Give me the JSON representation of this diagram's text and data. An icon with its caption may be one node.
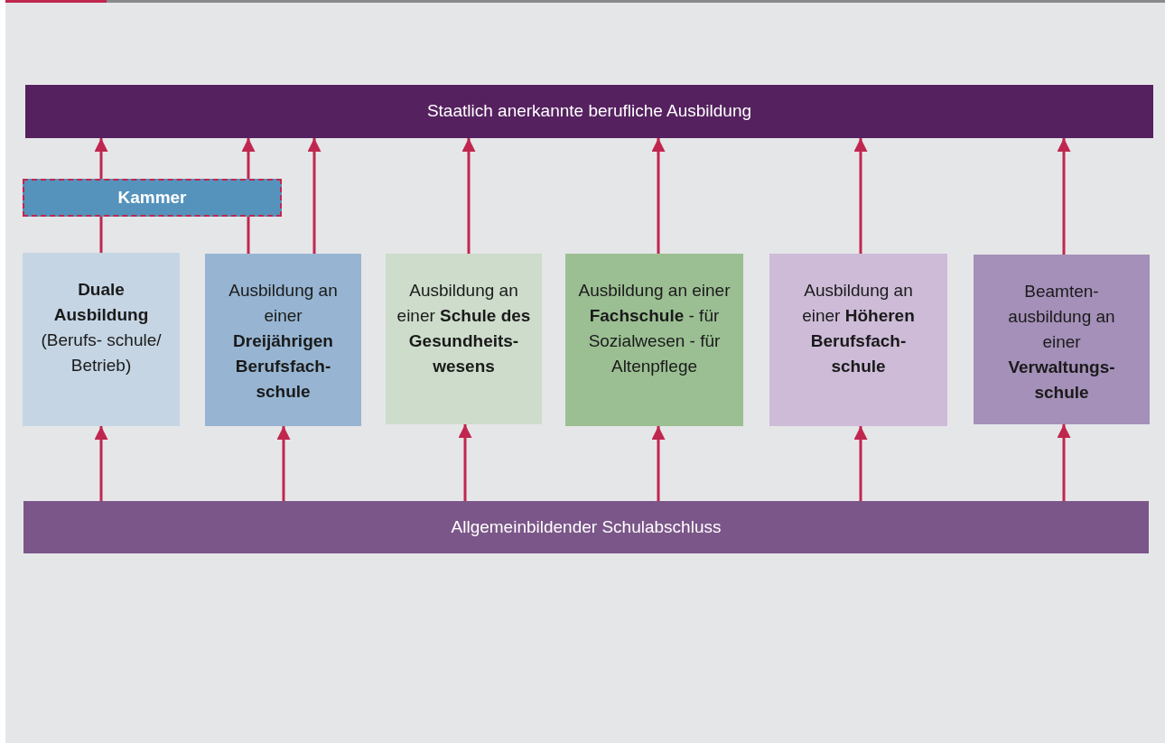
{
  "diagram": {
    "nodes": [
      {
        "text": [
          "Staatlich anerkannte berufliche Ausbildung"
        ]
      },
      {
        "text": [
          "Kammer"
        ]
      },
      {
        "text": [
          "**Duale Ausbildung** (Berufs- schule/ Betrieb)"
        ]
      },
      {
        "text": [
          "Ausbildung an einer **Dreijährigen Berufsfach- schule**"
        ]
      },
      {
        "text": [
          "Ausbildung an einer **Schule des Gesundheits- wesens**"
        ]
      },
      {
        "text": [
          "Ausbildung an einer **Fachschule** - für Sozialwesen - für Altenpflege"
        ]
      },
      {
        "text": [
          "Ausbildung an einer **Höheren Berufsfach- schule**"
        ]
      },
      {
        "text": [
          "Beamten- ausbildung an einer **Verwaltungs- schule**"
        ]
      },
      {
        "text": [
          "Allgemeinbildender Schulabschluss"
        ]
      }
    ],
    "edges": [
      {
        "from": 2,
        "to": 1,
        "arrow": "none"
      },
      {
        "from": 1,
        "to": 0,
        "arrow": "to"
      },
      {
        "from": 3,
        "to": 1,
        "arrow": "none"
      },
      {
        "from": 1,
        "to": 0,
        "arrow": "to"
      },
      {
        "from": 3,
        "to": 0,
        "arrow": "to"
      },
      {
        "from": 4,
        "to": 0,
        "arrow": "to"
      },
      {
        "from": 5,
        "to": 0,
        "arrow": "to"
      },
      {
        "from": 6,
        "to": 0,
        "arrow": "to"
      },
      {
        "from": 7,
        "to": 0,
        "arrow": "to"
      },
      {
        "from": 8,
        "to": 2,
        "arrow": "to"
      },
      {
        "from": 8,
        "to": 3,
        "arrow": "to"
      },
      {
        "from": 8,
        "to": 4,
        "arrow": "to"
      },
      {
        "from": 8,
        "to": 5,
        "arrow": "to"
      },
      {
        "from": 8,
        "to": 6,
        "arrow": "to"
      },
      {
        "from": 8,
        "to": 7,
        "arrow": "to"
      }
    ]
  }
}
